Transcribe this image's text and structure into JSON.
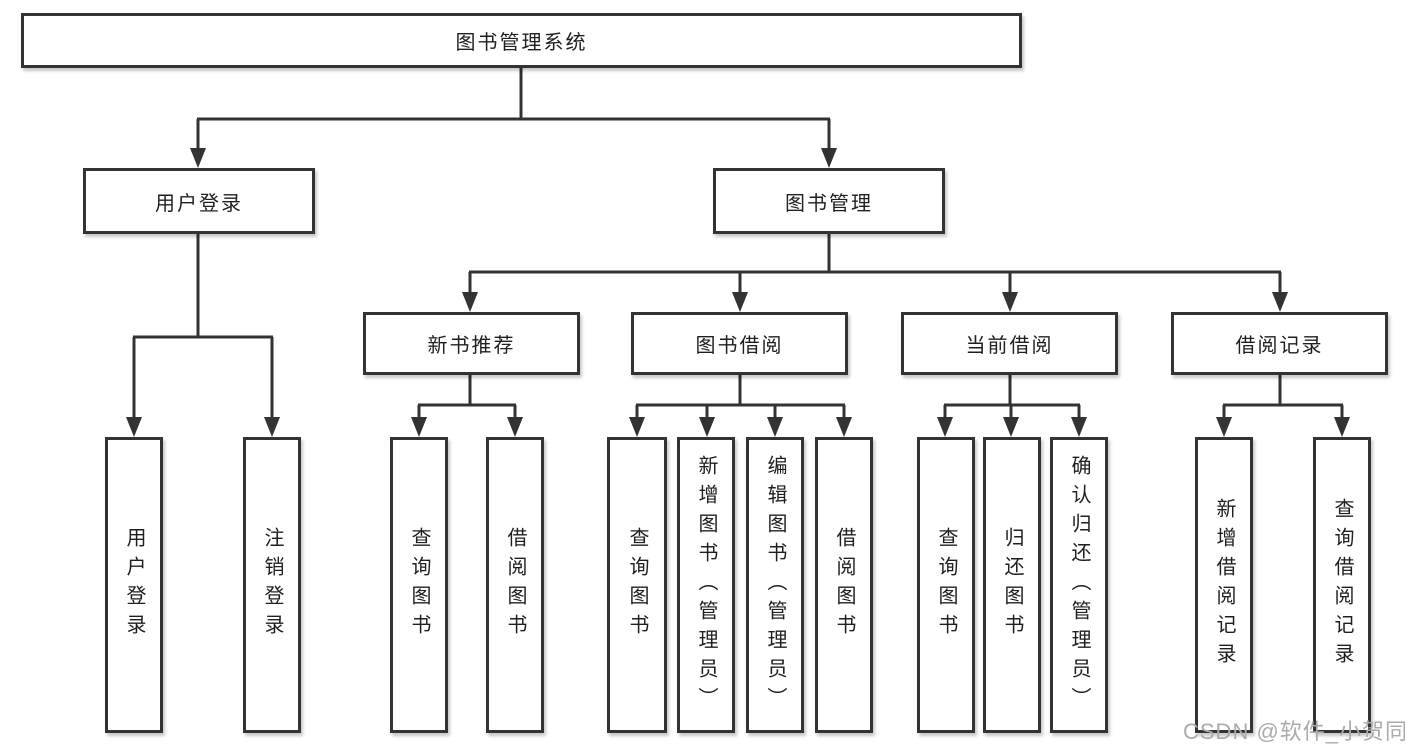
{
  "diagram": {
    "root_label": "图书管理系统",
    "branches": [
      {
        "label": "用户登录",
        "children": [
          "用户登录",
          "注销登录"
        ]
      },
      {
        "label": "图书管理",
        "sections": [
          {
            "label": "新书推荐",
            "children": [
              "查询图书",
              "借阅图书"
            ]
          },
          {
            "label": "图书借阅",
            "children": [
              "查询图书",
              "新增图书（管理员）",
              "编辑图书（管理员）",
              "借阅图书"
            ]
          },
          {
            "label": "当前借阅",
            "children": [
              "查询图书",
              "归还图书",
              "确认归还（管理员）"
            ]
          },
          {
            "label": "借阅记录",
            "children": [
              "新增借阅记录",
              "查询借阅记录"
            ]
          }
        ]
      }
    ]
  },
  "watermark": {
    "text": "CSDN @软件_小贺同学"
  },
  "colors": {
    "line": "#333333",
    "box_border": "#333333",
    "text": "#1f1f1f",
    "watermark": "#ababab",
    "background": "#ffffff"
  }
}
